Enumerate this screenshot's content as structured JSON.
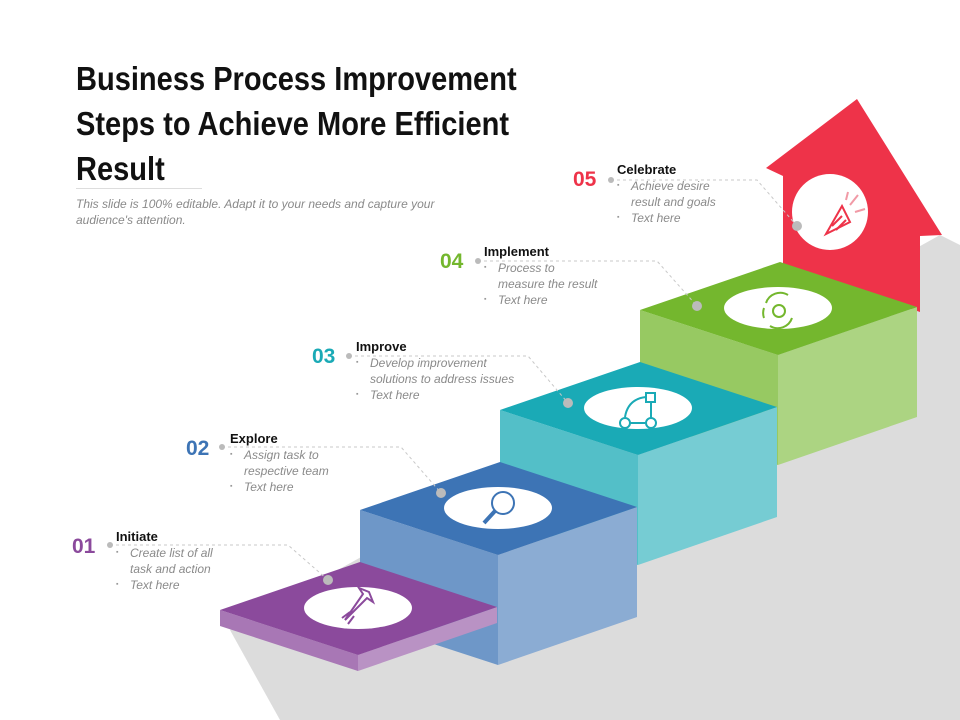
{
  "title": "Business Process Improvement Steps to Achieve More Efficient Result",
  "subtitle": "This slide is 100% editable. Adapt it to your needs and capture your audience's attention.",
  "steps": [
    {
      "num": "01",
      "title": "Initiate",
      "bullets": [
        "Create list of all",
        "task and action",
        "Text here"
      ],
      "color": "#8b4a9c",
      "icon": "rocket-icon"
    },
    {
      "num": "02",
      "title": "Explore",
      "bullets": [
        "Assign task to",
        "respective team",
        "Text here"
      ],
      "color": "#3d74b5",
      "icon": "magnifier-eye-icon"
    },
    {
      "num": "03",
      "title": "Improve",
      "bullets": [
        "Develop improvement",
        "solutions to address issues",
        "Text here"
      ],
      "color": "#1aaab6",
      "icon": "workflow-icon"
    },
    {
      "num": "04",
      "title": "Implement",
      "bullets": [
        "Process to",
        "measure the result",
        "Text here"
      ],
      "color": "#74b72e",
      "icon": "cycle-gear-icon"
    },
    {
      "num": "05",
      "title": "Celebrate",
      "bullets": [
        "Achieve desire",
        "result and goals",
        "Text here"
      ],
      "color": "#ee3349",
      "icon": "party-popper-icon"
    }
  ]
}
